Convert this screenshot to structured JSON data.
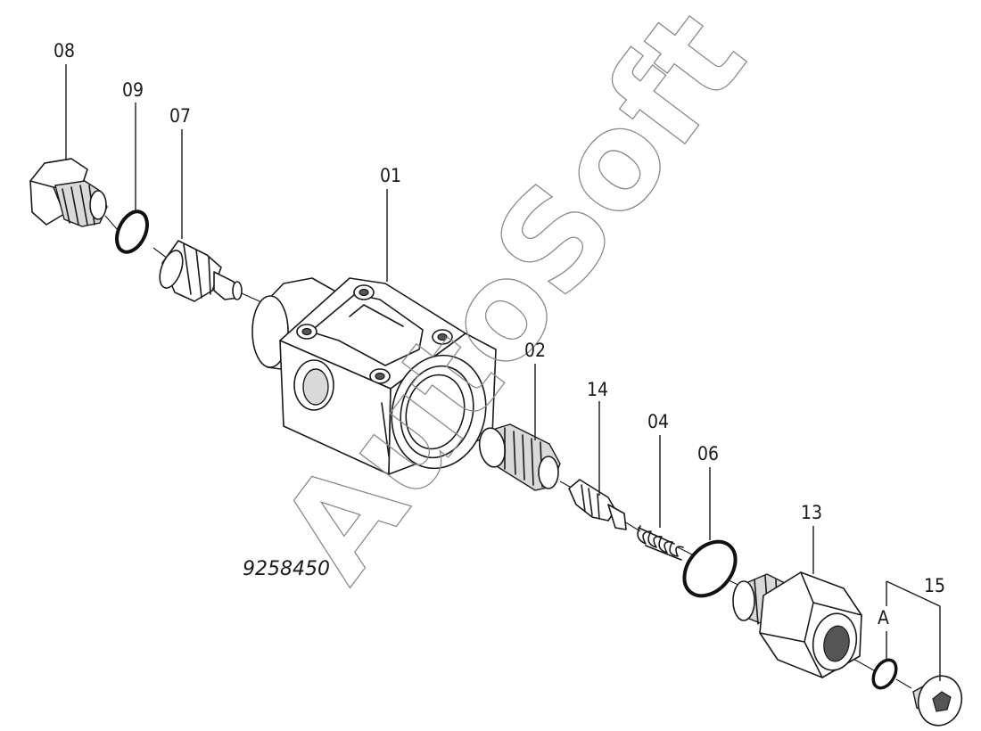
{
  "diagram": {
    "part_code": "9258450",
    "watermark": "AutoSoft",
    "labels": {
      "p08": "08",
      "p09": "09",
      "p07": "07",
      "p01": "01",
      "p02": "02",
      "p14": "14",
      "p04": "04",
      "p06": "06",
      "p13": "13",
      "p15": "15",
      "detail_a": "A"
    },
    "icons": {
      "plug": "hex-plug",
      "o_ring": "o-ring",
      "spool": "spool",
      "body": "valve-body",
      "sleeve": "threaded-sleeve",
      "poppet": "poppet",
      "spring": "coil-spring",
      "adapter": "hex-adapter",
      "cap_screw": "socket-plug"
    }
  }
}
